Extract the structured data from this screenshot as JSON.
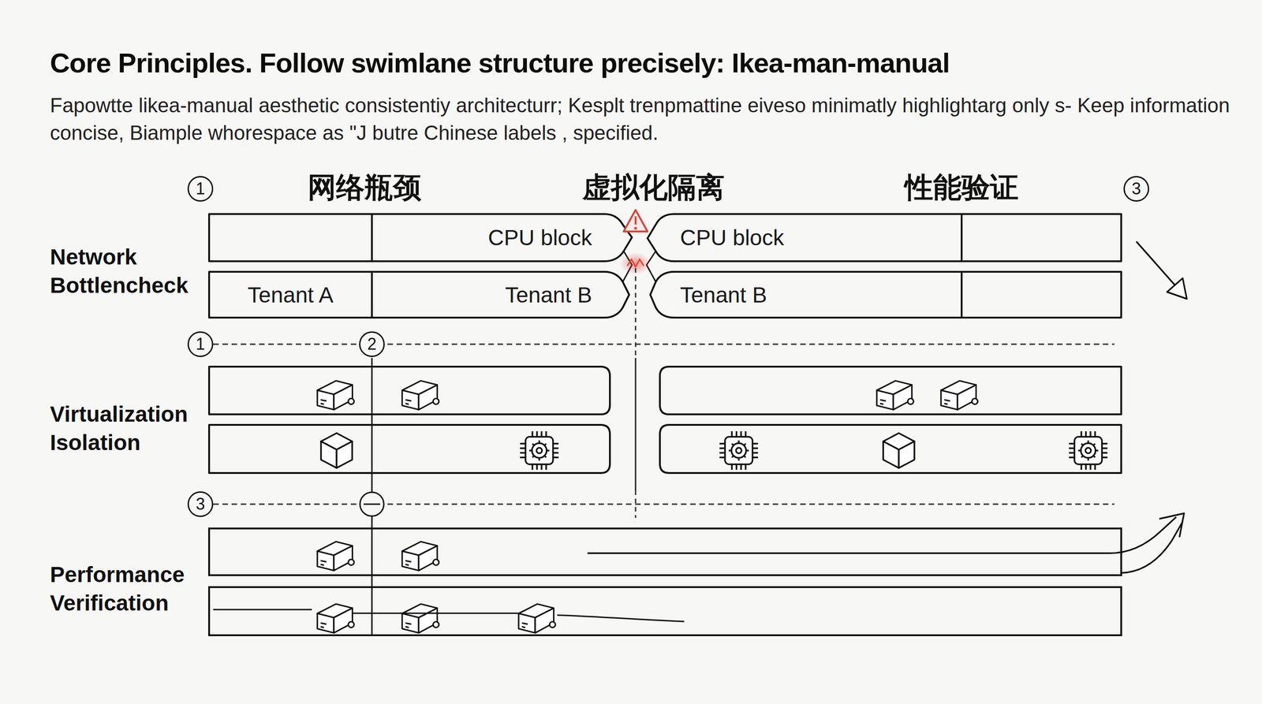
{
  "diagram": {
    "title": "Core Principles. Follow swimlane structure precisely: Ikea-man-manual",
    "caption": "Fapowtte likea-manual aesthetic consistentiy architecturr; Kesplt trenpmattine eiveso minimatly highlightarg only s- Keep information concise, Biample whorespace as \"J butre Chinese labels , specified.",
    "nodes": [
      {
        "text": [
          "CPU block"
        ]
      },
      {
        "text": [
          "CPU block"
        ]
      },
      {
        "text": [
          "Tenant A"
        ]
      },
      {
        "text": [
          "Tenant B"
        ]
      },
      {
        "text": [
          "Tenant B"
        ]
      }
    ],
    "labels": [
      "1",
      "网络瓶颈",
      "虚拟化隔离",
      "性能验证",
      "3",
      "Network Bottlencheck",
      "1",
      "2",
      "Virtualization Isolation",
      "3",
      "Performance Verification"
    ]
  }
}
